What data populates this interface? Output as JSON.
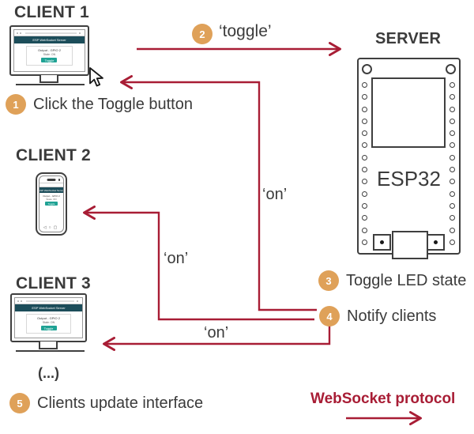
{
  "colors": {
    "arrow_red": "#A81D35",
    "badge_orange": "#DFA159",
    "teal_header": "#1C4D5A",
    "teal_button": "#1FA294",
    "ink": "#3B3B3B",
    "device_stroke": "#3F3F3F"
  },
  "clients": [
    {
      "title": "CLIENT 1"
    },
    {
      "title": "CLIENT 2"
    },
    {
      "title": "CLIENT 3"
    }
  ],
  "server": {
    "title": "SERVER",
    "chip": "ESP32"
  },
  "steps": [
    {
      "num": "1",
      "label": "Click the Toggle button"
    },
    {
      "num": "2",
      "label": "‘toggle’"
    },
    {
      "num": "3",
      "label": "Toggle LED state"
    },
    {
      "num": "4",
      "label": "Notify clients"
    },
    {
      "num": "5",
      "label": "Clients update interface"
    }
  ],
  "messages": {
    "on": "‘on’"
  },
  "ellipsis": "(...)",
  "footer": {
    "label": "WebSocket protocol"
  },
  "web_ui": {
    "header": "ESP WebSocket Server",
    "output": "Output - GPIO 2",
    "state": "State: ON",
    "button": "Toggle"
  }
}
